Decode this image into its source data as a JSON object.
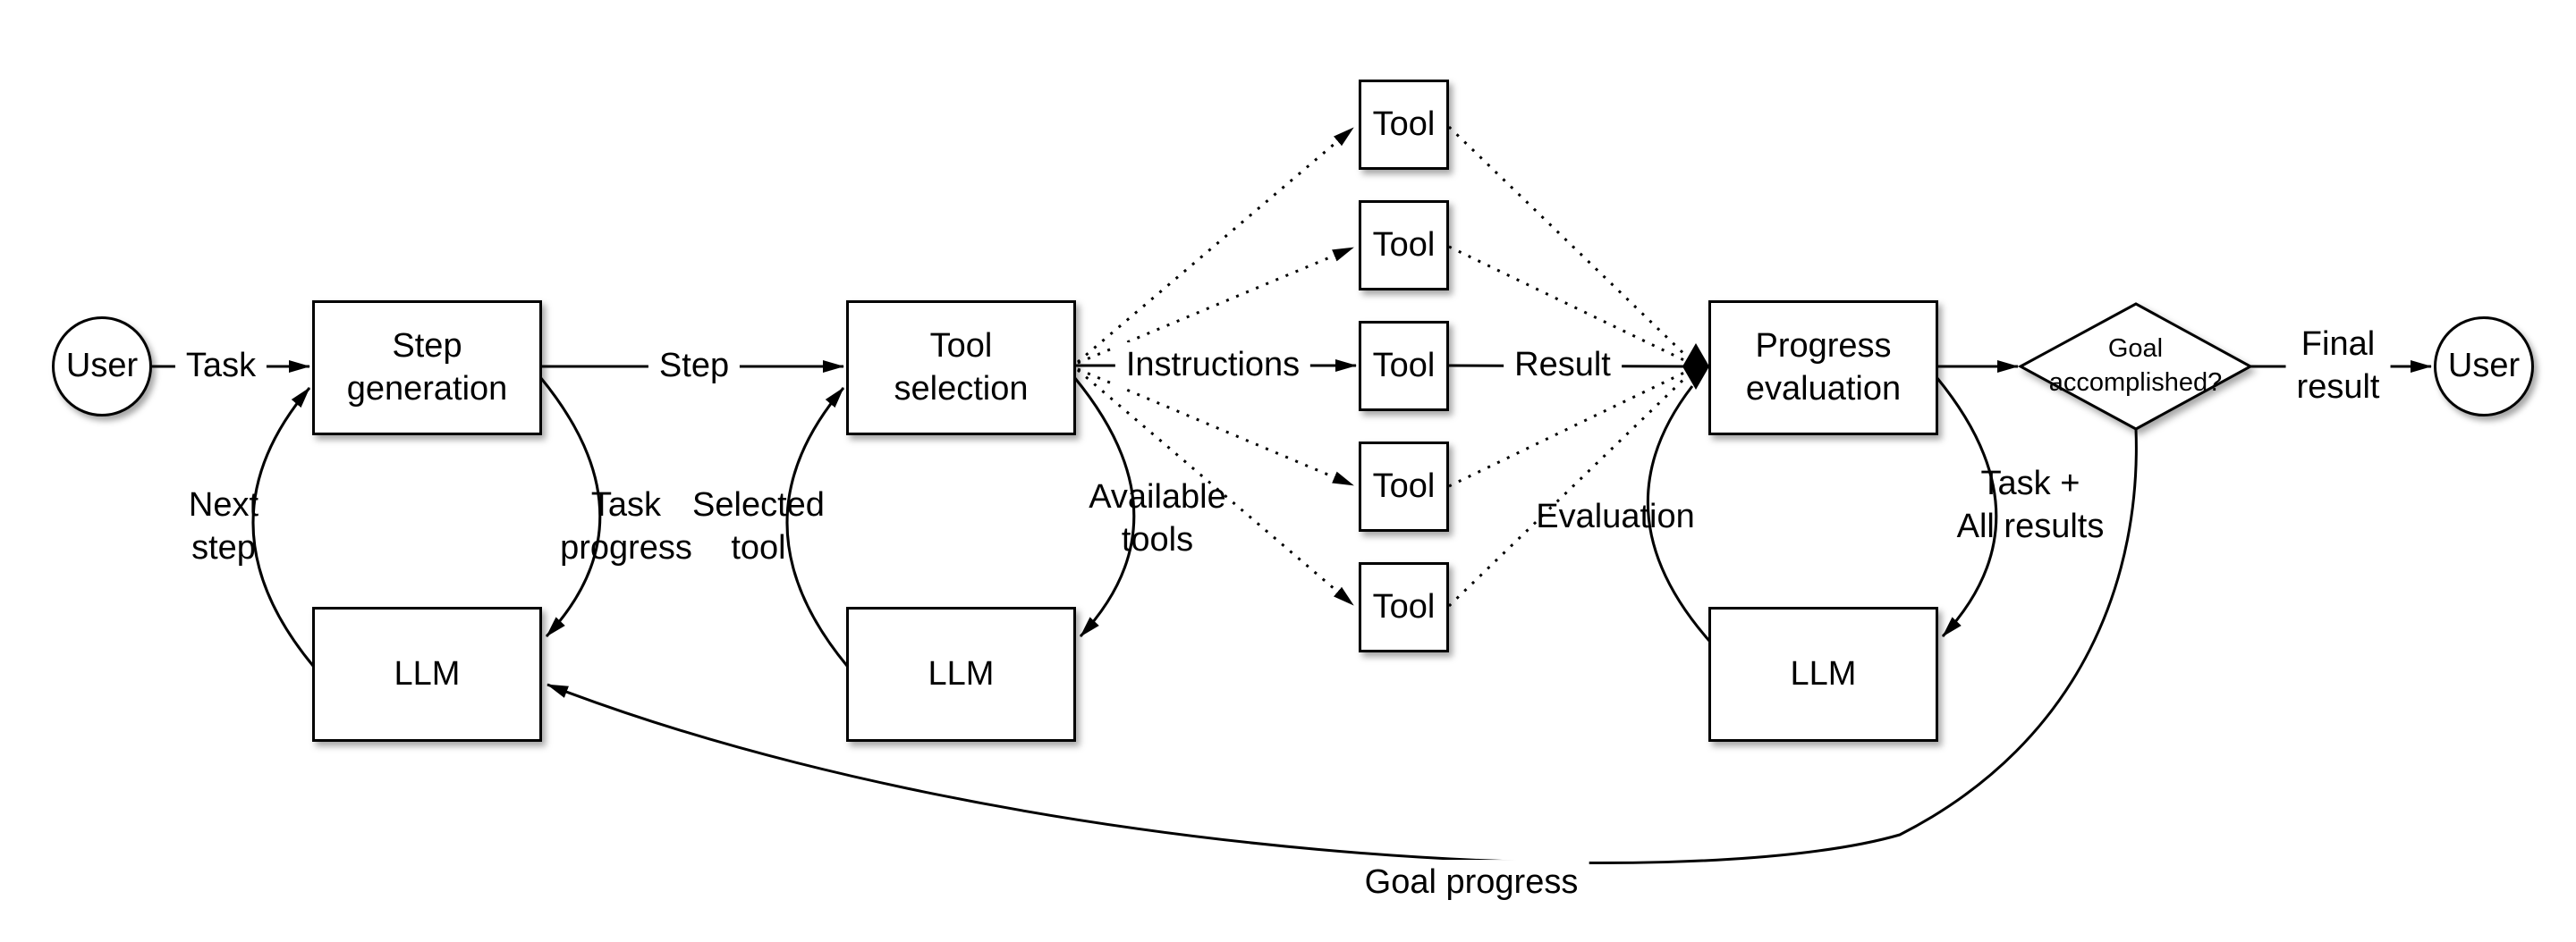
{
  "diagram": {
    "nodes": {
      "user_left": "User",
      "step_generation": "Step\ngeneration",
      "tool_selection": "Tool\nselection",
      "progress_evaluation": "Progress\nevaluation",
      "goal_decision": "Goal\naccomplished?",
      "user_right": "User",
      "llm_instances": [
        "LLM",
        "LLM",
        "LLM"
      ],
      "tool_instances": [
        "Tool",
        "Tool",
        "Tool",
        "Tool",
        "Tool"
      ]
    },
    "edge_labels": {
      "task": "Task",
      "step": "Step",
      "instructions": "Instructions",
      "result": "Result",
      "final_result": "Final\nresult",
      "next_step": "Next\nstep",
      "task_progress": "Task\nprogress",
      "selected_tool": "Selected\ntool",
      "available_tools": "Available\ntools",
      "evaluation": "Evaluation",
      "task_all_results": "Task +\nAll results",
      "goal_progress": "Goal progress"
    },
    "colors": {
      "line": "#000000",
      "text": "#000000",
      "node_fill": "#ffffff",
      "background": "#ffffff"
    }
  }
}
